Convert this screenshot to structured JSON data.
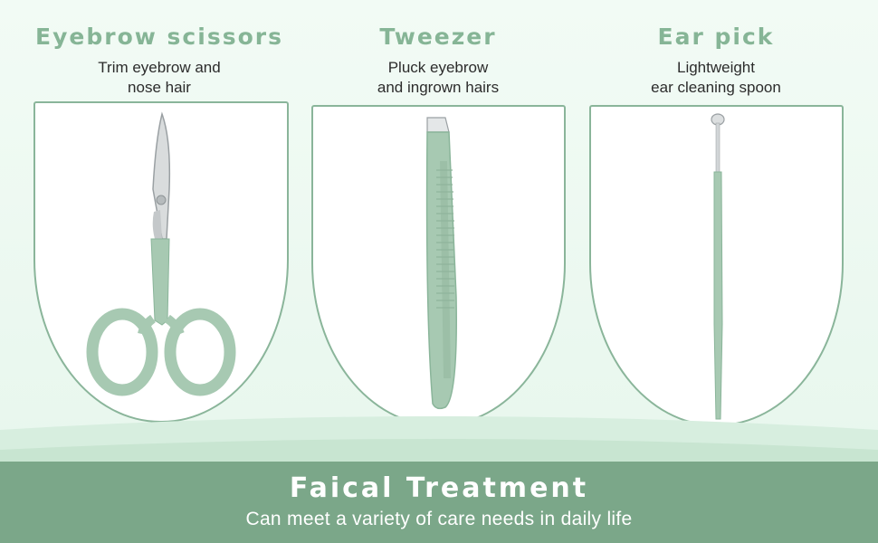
{
  "columns": [
    {
      "title": "Eyebrow scissors",
      "desc_line1": "Trim eyebrow and",
      "desc_line2": "nose hair",
      "icon": "scissors-icon"
    },
    {
      "title": "Tweezer",
      "desc_line1": "Pluck eyebrow",
      "desc_line2": "and ingrown hairs",
      "icon": "tweezer-icon"
    },
    {
      "title": "Ear pick",
      "desc_line1": "Lightweight",
      "desc_line2": "ear cleaning spoon",
      "icon": "ear-pick-icon"
    }
  ],
  "footer": {
    "title": "Faical Treatment",
    "subtitle": "Can meet a variety of care needs in daily life"
  },
  "colors": {
    "accent": "#86b596",
    "tool_green": "#a7c9b2",
    "footer": "#7ba789",
    "background": "#eaf7ef"
  }
}
